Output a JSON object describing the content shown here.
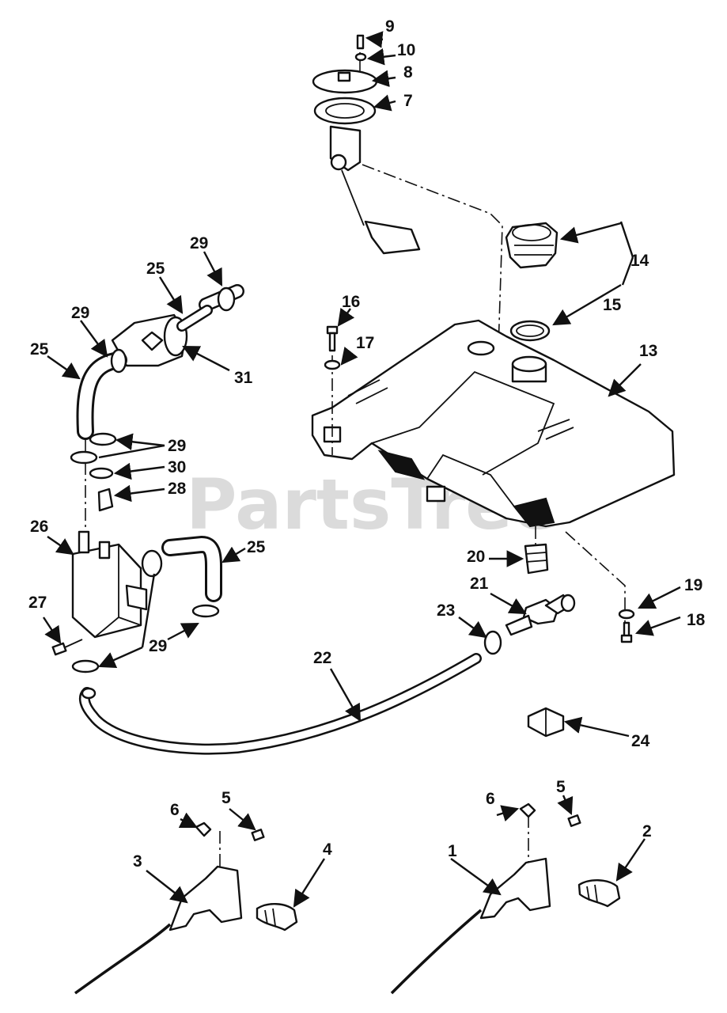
{
  "watermark": "PartsTree",
  "callouts": [
    "1",
    "2",
    "3",
    "4",
    "5",
    "6",
    "7",
    "8",
    "9",
    "10",
    "13",
    "14",
    "15",
    "16",
    "17",
    "18",
    "19",
    "20",
    "21",
    "22",
    "23",
    "24",
    "25",
    "26",
    "27",
    "28",
    "29",
    "30",
    "31"
  ]
}
